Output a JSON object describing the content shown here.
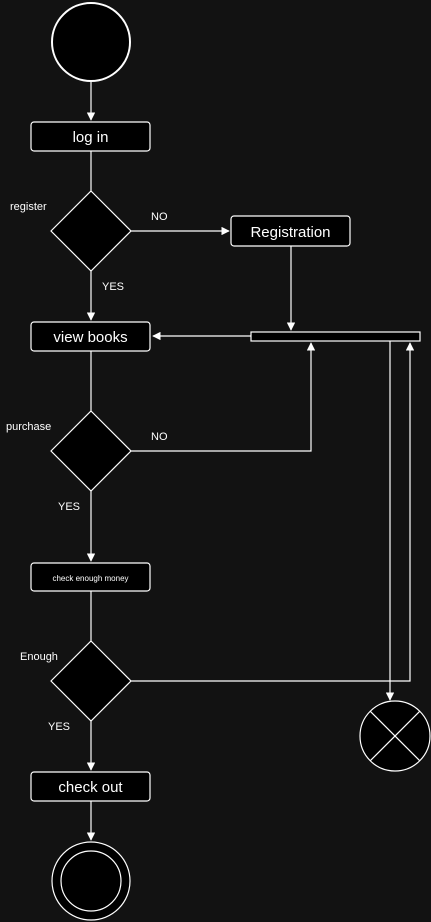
{
  "colors": {
    "background": "#121212",
    "stroke": "#ffffff",
    "fill": "#000000"
  },
  "nodes": {
    "login": "log in",
    "registration": "Registration",
    "view_books": "view books",
    "check_money": "check enough money",
    "checkout": "check out"
  },
  "labels": {
    "register": "register",
    "register_no": "NO",
    "register_yes": "YES",
    "purchase": "purchase",
    "purchase_no": "NO",
    "purchase_yes": "YES",
    "enough": "Enough",
    "enough_yes": "YES"
  }
}
